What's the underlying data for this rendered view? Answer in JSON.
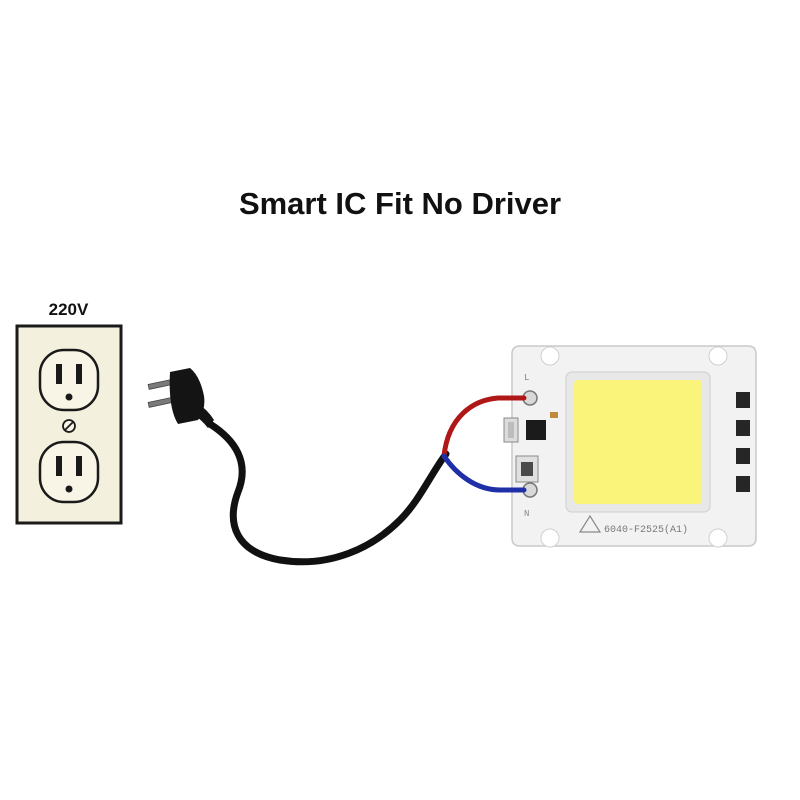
{
  "title": "Smart IC Fit No Driver",
  "outlet": {
    "voltage_label": "220V"
  },
  "chip": {
    "model_label": "6040-F2525(A1)",
    "terminal_live_label": "L",
    "terminal_neutral_label": "N"
  },
  "colors": {
    "outlet_face": "#f4f0de",
    "cable": "#111111",
    "live_wire": "#b01818",
    "neutral_wire": "#1f2fa8",
    "led_emitter": "#fbf47a",
    "pcb": "#f2f2f2"
  }
}
